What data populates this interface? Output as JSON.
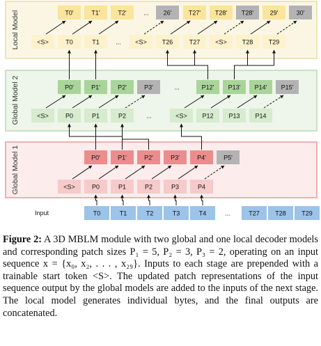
{
  "local_model": {
    "label": "Local Model",
    "outputs": [
      "T0'",
      "T1'",
      "T2'",
      "...",
      "26'",
      "T27'",
      "T28'",
      "T28'",
      "29'",
      "30'"
    ],
    "inputs": [
      "<S>",
      "T0",
      "T1",
      "...",
      "<S>",
      "T26",
      "T27",
      "<S>",
      "T28",
      "T29"
    ]
  },
  "global_model_2": {
    "label": "Global Model 2",
    "outputs": [
      "P0'",
      "P1'",
      "P2'",
      "P3'",
      "...",
      "P12'",
      "P13'",
      "P14'",
      "P15'"
    ],
    "inputs": [
      "<S>",
      "P0",
      "P1",
      "P2",
      "...",
      "<S>",
      "P12",
      "P13",
      "P14"
    ]
  },
  "global_model_1": {
    "label": "Global Model 1",
    "outputs": [
      "P0'",
      "P1'",
      "P2'",
      "P3'",
      "P4'",
      "P5'"
    ],
    "inputs": [
      "<S>",
      "P0",
      "P1",
      "P2",
      "P3",
      "P4"
    ]
  },
  "input_row": {
    "label": "Input",
    "tokens": [
      "T0",
      "T1",
      "T2",
      "T3",
      "T4",
      "...",
      "T27",
      "T28",
      "T29"
    ]
  },
  "caption": {
    "figure_label": "Figure 2:",
    "text": "A 3D MBLM module with two global and one local decoder models and corresponding patch sizes P₁ = 5, P₂ = 3, P₃ = 2, operating on an input sequence x = {x₀, x₂, . . . , x₂₉}. Inputs to each stage are prepended with a trainable start token <S>. The updated patch representations of the input sequence output by the global models are added to the inputs of the next stage. The local model generates individual bytes, and the final outputs are concatenated."
  },
  "colors": {
    "local_bg": "#fbf6e4",
    "local_border": "#e8dca8",
    "local_out": "#fbe49c",
    "local_in": "#fdf2cc",
    "g2_bg": "#eef5ea",
    "g2_border": "#bcd9b0",
    "g2_out": "#a9d49a",
    "g2_in": "#d7ebcf",
    "g1_bg": "#fcecec",
    "g1_border": "#e89a9a",
    "g1_out": "#ec8d8d",
    "g1_in": "#f7caca",
    "gray": "#b3b3b3",
    "input": "#9cc3e8"
  }
}
